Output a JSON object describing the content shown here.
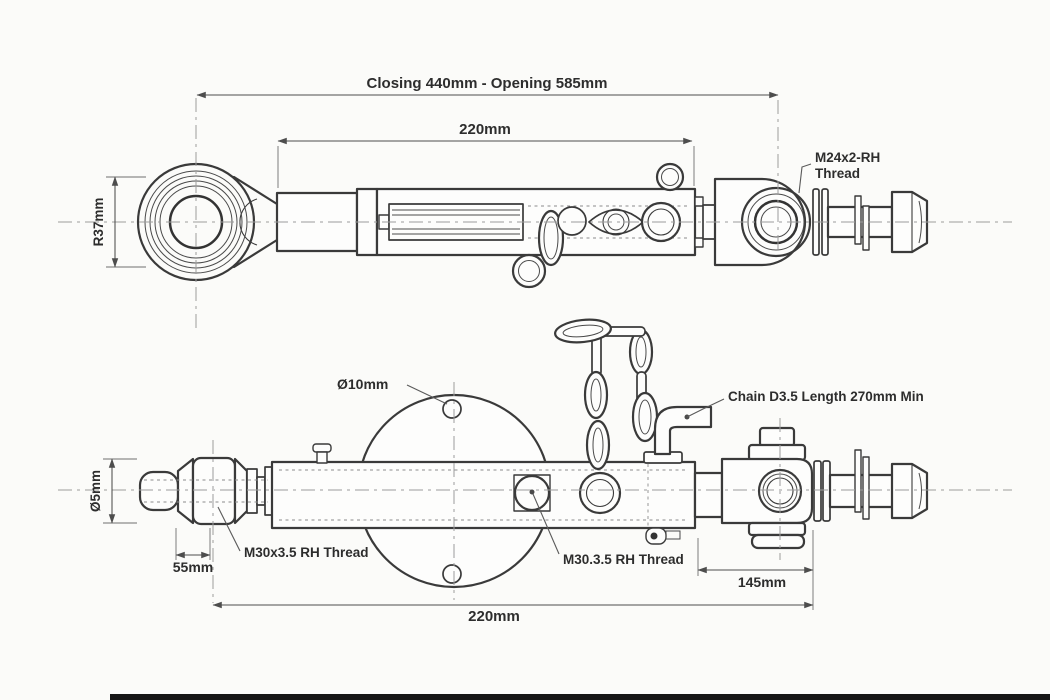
{
  "meta": {
    "title": "Tractor top link and stabiliser bar technical drawing",
    "background": "#fbfbf9",
    "ink": "#3a3a3a",
    "dim_ink": "#4d4d4d",
    "centerline": "#9c9c9c"
  },
  "top_view": {
    "dim_overall": "Closing 440mm - Opening 585mm",
    "dim_tube": "220mm",
    "dim_ball_radius": "R37mm",
    "thread_label_line1": "M24x2-RH",
    "thread_label_line2": "Thread"
  },
  "bottom_view": {
    "hole_label": "Ø10mm",
    "chain_label": "Chain D3.5 Length 270mm Min",
    "ball_thread_label": "M30x3.5 RH Thread",
    "mid_thread_label": "M30.3.5 RH Thread",
    "dim_ball_width": "55mm",
    "dim_ball_diameter": "Ø5mm",
    "dim_clevis": "145mm",
    "dim_overall": "220mm"
  }
}
